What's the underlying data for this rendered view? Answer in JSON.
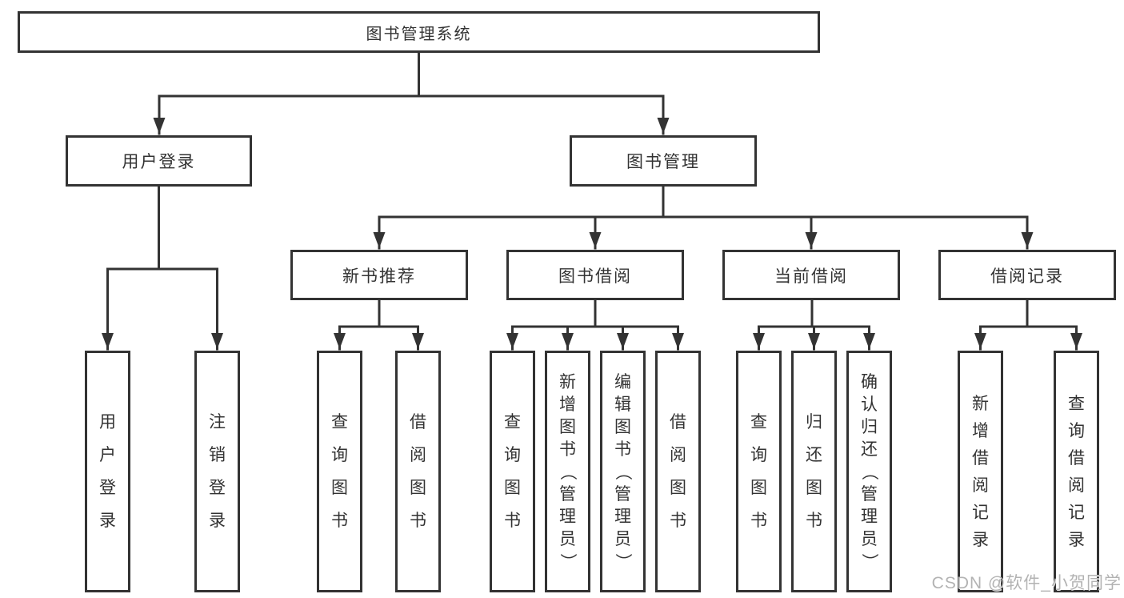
{
  "nodes": {
    "root": "图书管理系统",
    "level2": [
      "用户登录",
      "图书管理"
    ],
    "level3": [
      "新书推荐",
      "图书借阅",
      "当前借阅",
      "借阅记录"
    ],
    "leaves": [
      "用户登录",
      "注销登录",
      "查询图书",
      "借阅图书",
      "查询图书",
      "新增图书（管理员）",
      "编辑图书（管理员）",
      "借阅图书",
      "查询图书",
      "归还图书",
      "确认归还（管理员）",
      "新增借阅记录",
      "查询借阅记录"
    ]
  },
  "watermark": "CSDN @软件_小贺同学",
  "colors": {
    "line": "#333333",
    "text": "#333333",
    "box_fill": "#ffffff",
    "background": "#ffffff",
    "watermark": "#b3b3b3"
  }
}
